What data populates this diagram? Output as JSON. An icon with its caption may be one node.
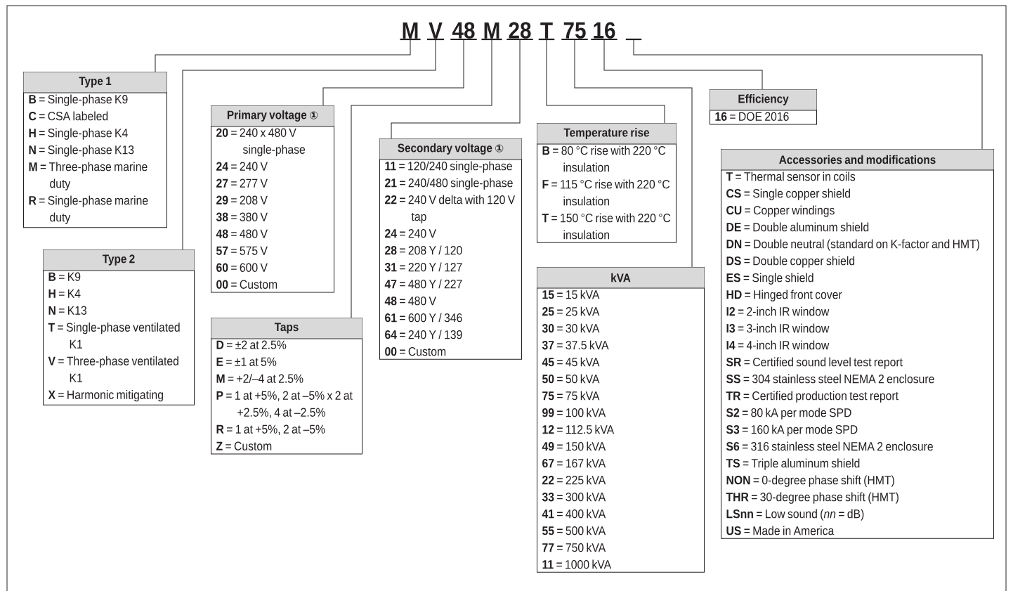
{
  "diagram": {
    "nodes": [
      {
        "text": [
          "M"
        ]
      },
      {
        "text": [
          "V"
        ]
      },
      {
        "text": [
          "48"
        ]
      },
      {
        "text": [
          "M"
        ]
      },
      {
        "text": [
          "28"
        ]
      },
      {
        "text": [
          "T"
        ]
      },
      {
        "text": [
          "75"
        ]
      },
      {
        "text": [
          "16"
        ]
      },
      {
        "text": [],
        "shape": "bar"
      },
      {
        "text": [
          "Type 1",
          "**B** = Single-phase K9",
          "**C** = CSA labeled",
          "**H** = Single-phase K4",
          "**N** = Single-phase K13",
          "**M** = Three-phase marine duty",
          "**R** = Single-phase marine duty"
        ]
      },
      {
        "text": [
          "Type 2",
          "**B** = K9",
          "**H** = K4",
          "**N** = K13",
          "**T** = Single-phase ventilated K1",
          "**V** = Three-phase ventilated K1",
          "**X** = Harmonic mitigating"
        ]
      },
      {
        "text": [
          "Primary voltage ①",
          "**20** = 240 x 480 V single-phase",
          "**24** = 240 V",
          "**27** = 277 V",
          "**29** = 208 V",
          "**38** = 380 V",
          "**48** = 480 V",
          "**57** = 575 V",
          "**60** = 600 V",
          "**00** = Custom"
        ]
      },
      {
        "text": [
          "Taps",
          "**D** = ±2 at 2.5%",
          "**E** = ±1 at 5%",
          "**M** = +2/–4 at 2.5%",
          "**P** = 1 at +5%, 2 at –5% x 2 at +2.5%, 4 at –2.5%",
          "**R** = 1 at +5%, 2 at –5%",
          "**Z** = Custom"
        ]
      },
      {
        "text": [
          "Secondary voltage ①",
          "**11** = 120/240 single-phase",
          "**21** = 240/480 single-phase",
          "**22** = 240 V delta with 120 V tap",
          "**24** = 240 V",
          "**28** = 208 Y / 120",
          "**31** = 220 Y / 127",
          "**47** = 480 Y / 227",
          "**48** = 480 V",
          "**61** = 600 Y / 346",
          "**64** = 240 Y / 139",
          "**00** = Custom"
        ]
      },
      {
        "text": [
          "Temperature rise",
          "**B** = 80 °C rise with 220 °C insulation",
          "**F** = 115 °C rise with 220 °C insulation",
          "**T** = 150 °C rise with 220 °C insulation"
        ]
      },
      {
        "text": [
          "kVA",
          "**15** = 15 kVA",
          "**25** = 25 kVA",
          "**30** = 30 kVA",
          "**37** = 37.5 kVA",
          "**45** = 45 kVA",
          "**50** = 50 kVA",
          "**75** = 75 kVA",
          "**99** = 100 kVA",
          "**12** = 112.5 kVA",
          "**49** = 150 kVA",
          "**67** = 167 kVA",
          "**22** = 225 kVA",
          "**33** = 300 kVA",
          "**41** = 400 kVA",
          "**55** = 500 kVA",
          "**77** = 750 kVA",
          "**11** = 1000 kVA"
        ]
      },
      {
        "text": [
          "Efficiency",
          "**16** = DOE 2016"
        ]
      },
      {
        "text": [
          "Accessories and modifications",
          "**T** = Thermal sensor in coils",
          "**CS** = Single copper shield",
          "**CU** = Copper windings",
          "**DE** = Double aluminum shield",
          "**DN** = Double neutral (standard on K-factor and HMT)",
          "**DS** = Double copper shield",
          "**ES** = Single shield",
          "**HD** = Hinged front cover",
          "**I2** = 2-inch IR window",
          "**I3** = 3-inch IR window",
          "**I4** = 4-inch IR window",
          "**SR** = Certified sound level test report",
          "**SS** = 304 stainless steel NEMA 2 enclosure",
          "**TR** = Certified production test report",
          "**S2** = 80 kA per mode SPD",
          "**S3** = 160 kA per mode SPD",
          "**S6** = 316 stainless steel NEMA 2 enclosure",
          "**TS** = Triple aluminum shield",
          "**NON** = 0-degree phase shift (HMT)",
          "**THR** = 30-degree phase shift (HMT)",
          "**LSnn** = Low sound (*nn* = dB)",
          "**US** = Made in America"
        ]
      }
    ],
    "edges": [
      {
        "from": 0,
        "to": 9,
        "arrow": "none"
      },
      {
        "from": 1,
        "to": 10,
        "arrow": "none"
      },
      {
        "from": 2,
        "to": 11,
        "arrow": "none"
      },
      {
        "from": 3,
        "to": 12,
        "arrow": "none"
      },
      {
        "from": 4,
        "to": 13,
        "arrow": "none"
      },
      {
        "from": 5,
        "to": 14,
        "arrow": "none"
      },
      {
        "from": 6,
        "to": 15,
        "arrow": "none"
      },
      {
        "from": 7,
        "to": 16,
        "arrow": "none"
      },
      {
        "from": 8,
        "to": 17,
        "arrow": "none"
      }
    ]
  }
}
